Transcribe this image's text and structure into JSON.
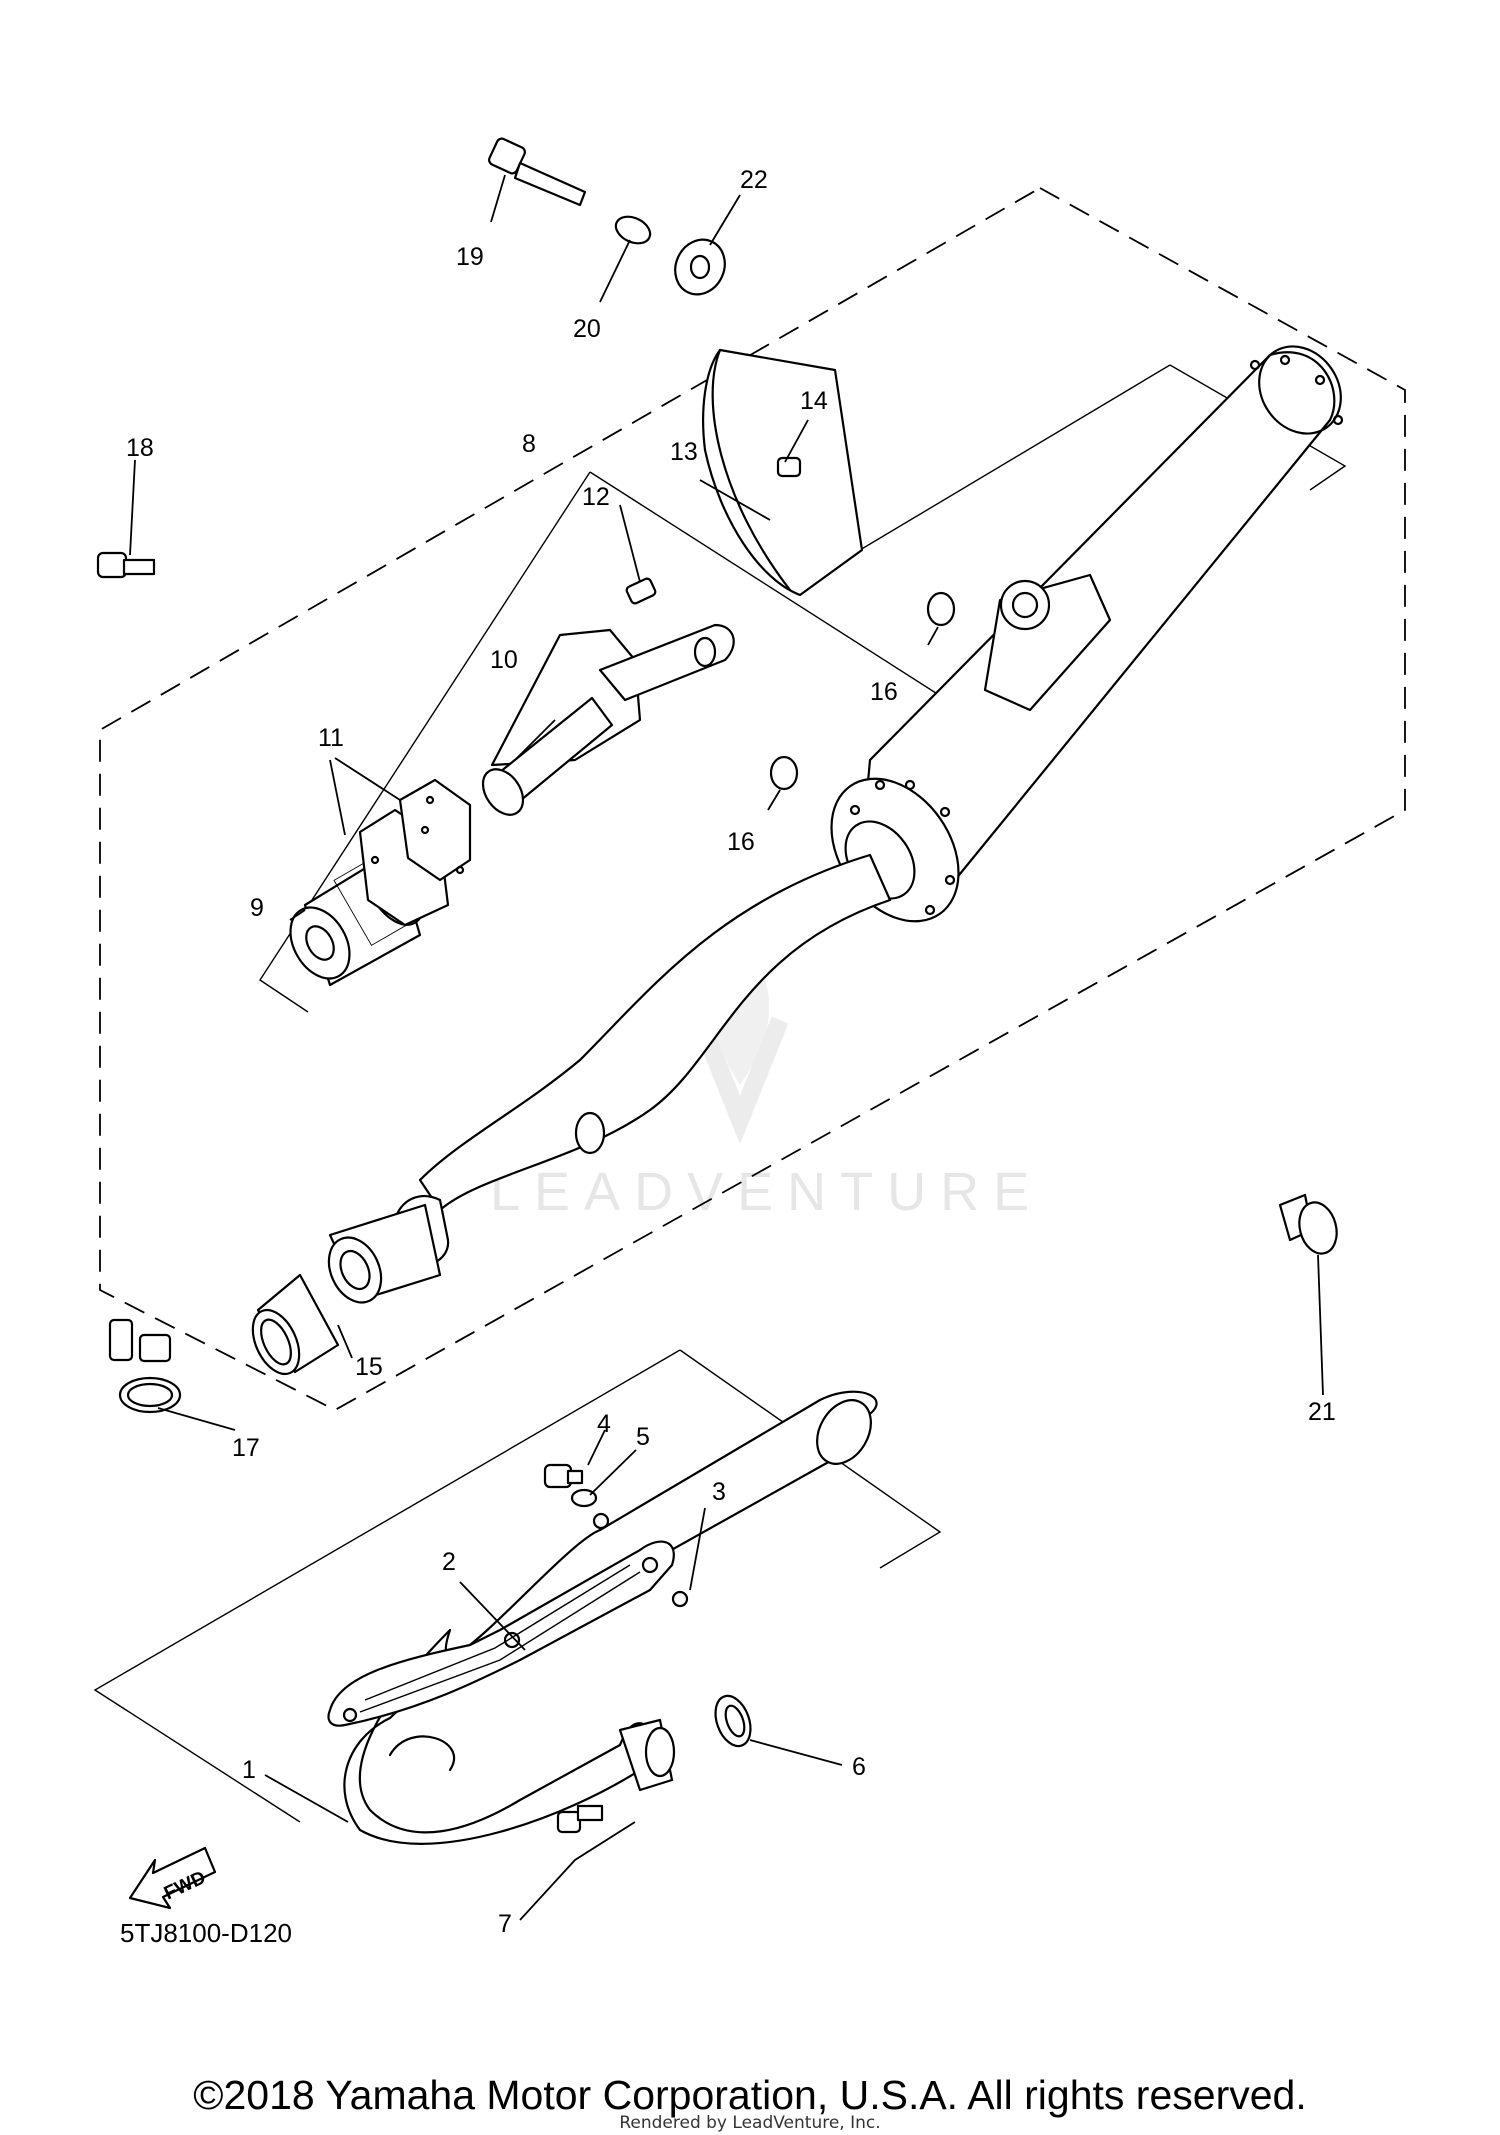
{
  "diagram": {
    "callouts": {
      "c1": "1",
      "c2": "2",
      "c3": "3",
      "c4": "4",
      "c5": "5",
      "c6": "6",
      "c7": "7",
      "c8": "8",
      "c9": "9",
      "c10": "10",
      "c11": "11",
      "c12": "12",
      "c13": "13",
      "c14": "14",
      "c16a": "16",
      "c16b": "16",
      "c15": "15",
      "c17": "17",
      "c18": "18",
      "c19": "19",
      "c20": "20",
      "c21": "21",
      "c22": "22"
    },
    "watermark": "LEADVENTURE",
    "fwd_label": "FWD",
    "code": "5TJ8100-D120"
  },
  "footer": {
    "copyright": "©2018 Yamaha Motor Corporation, U.S.A. All rights reserved.",
    "rendered_by": "Rendered by LeadVenture, Inc."
  }
}
